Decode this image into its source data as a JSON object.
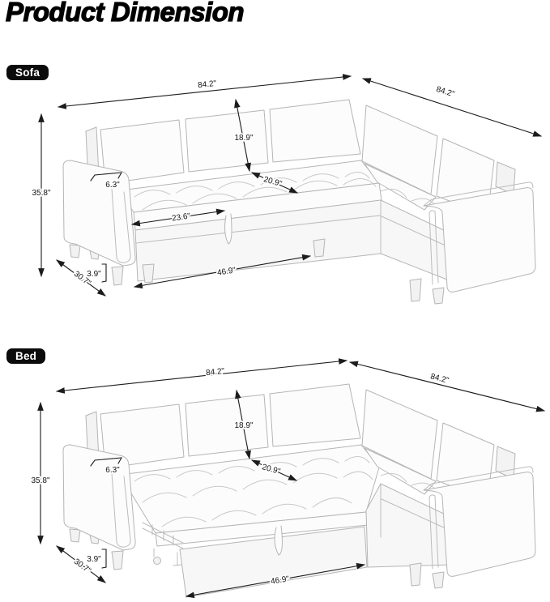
{
  "title": "Product Dimension",
  "figures": [
    {
      "label": "Sofa",
      "dims": {
        "width_top_left": "84.2\"",
        "width_top_right": "84.2\"",
        "height": "35.8\"",
        "back_cushion_height": "18.9\"",
        "seat_depth": "20.9\"",
        "armrest_width": "6.3\"",
        "seat_length": "23.6\"",
        "front_width": "46.9\"",
        "total_depth": "30.7\"",
        "leg_height": "3.9\""
      }
    },
    {
      "label": "Bed",
      "dims": {
        "width_top_left": "84.2\"",
        "width_top_right": "84.2\"",
        "height": "35.8\"",
        "back_cushion_height": "18.9\"",
        "seat_depth": "20.9\"",
        "armrest_width": "6.3\"",
        "bed_front_width": "46.9\"",
        "total_depth": "30.7\"",
        "leg_height": "3.9\""
      }
    }
  ]
}
